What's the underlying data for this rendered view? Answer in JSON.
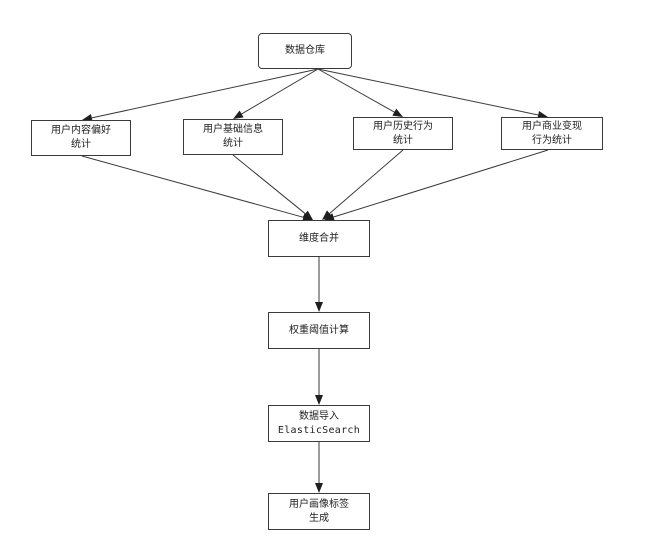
{
  "nodes": {
    "warehouse": {
      "line1": "数据仓库"
    },
    "content_pref": {
      "line1": "用户内容偏好",
      "line2": "统计"
    },
    "basic_info": {
      "line1": "用户基础信息",
      "line2": "统计"
    },
    "history_behavior": {
      "line1": "用户历史行为",
      "line2": "统计"
    },
    "commercial": {
      "line1": "用户商业变现",
      "line2": "行为统计"
    },
    "dimension_merge": {
      "line1": "维度合并"
    },
    "weight_threshold": {
      "line1": "权重阈值计算"
    },
    "data_import": {
      "line1": "数据导入",
      "line2": "ElasticSearch"
    },
    "tag_generation": {
      "line1": "用户画像标签",
      "line2": "生成"
    }
  },
  "colors": {
    "stroke": "#3a3a3a",
    "text": "#222222",
    "background": "#ffffff"
  }
}
